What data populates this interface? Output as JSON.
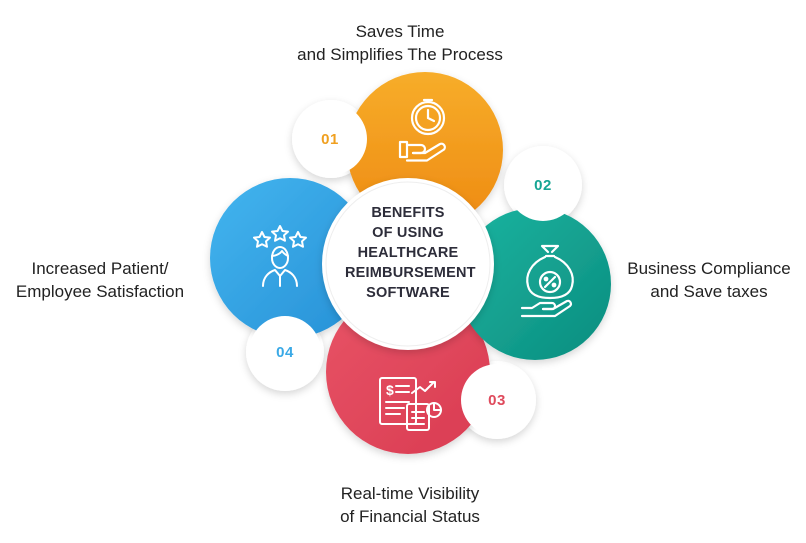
{
  "center": {
    "line1": "BENEFITS",
    "line2": "OF USING",
    "line3": "HEALTHCARE",
    "line4": "REIMBURSEMENT",
    "line5": "SOFTWARE"
  },
  "benefits": [
    {
      "number": "01",
      "label_line1": "Saves Time",
      "label_line2": "and Simplifies The Process",
      "icon": "clock-hand-icon",
      "color": "#f29a1d"
    },
    {
      "number": "02",
      "label_line1": "Business Compliance",
      "label_line2": "and Save taxes",
      "icon": "money-bag-percent-icon",
      "color": "#13a08f"
    },
    {
      "number": "03",
      "label_line1": "Real-time Visibility",
      "label_line2": "of Financial Status",
      "icon": "financial-report-icon",
      "color": "#e14a5e"
    },
    {
      "number": "04",
      "label_line1": "Increased Patient/",
      "label_line2": "Employee Satisfaction",
      "icon": "person-stars-icon",
      "color": "#2f9fe0"
    }
  ]
}
